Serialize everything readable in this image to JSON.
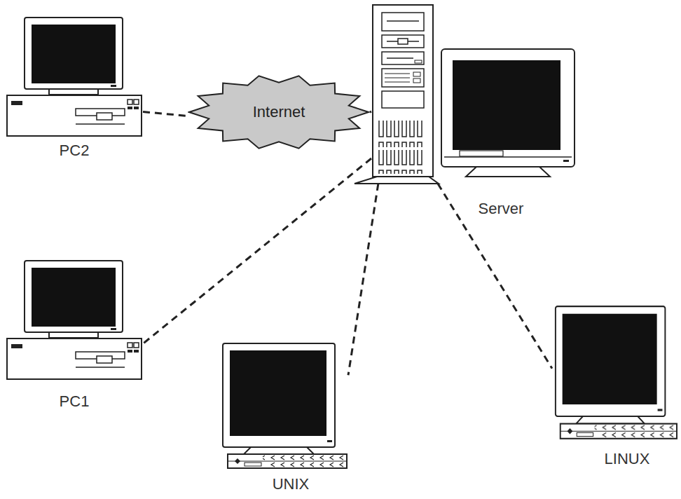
{
  "diagram": {
    "nodes": [
      {
        "text": [
          "PC2"
        ]
      },
      {
        "text": [
          "Internet"
        ]
      },
      {
        "text": [
          "Server"
        ]
      },
      {
        "text": [
          "PC1"
        ]
      },
      {
        "text": [
          "UNIX"
        ]
      },
      {
        "text": [
          "LINUX"
        ]
      }
    ],
    "edges": [
      {
        "from": 0,
        "to": 1,
        "arrow": "none"
      },
      {
        "from": 1,
        "to": 2,
        "arrow": "none"
      },
      {
        "from": 2,
        "to": 3,
        "arrow": "none"
      },
      {
        "from": 2,
        "to": 4,
        "arrow": "none"
      },
      {
        "from": 2,
        "to": 5,
        "arrow": "none"
      }
    ]
  }
}
